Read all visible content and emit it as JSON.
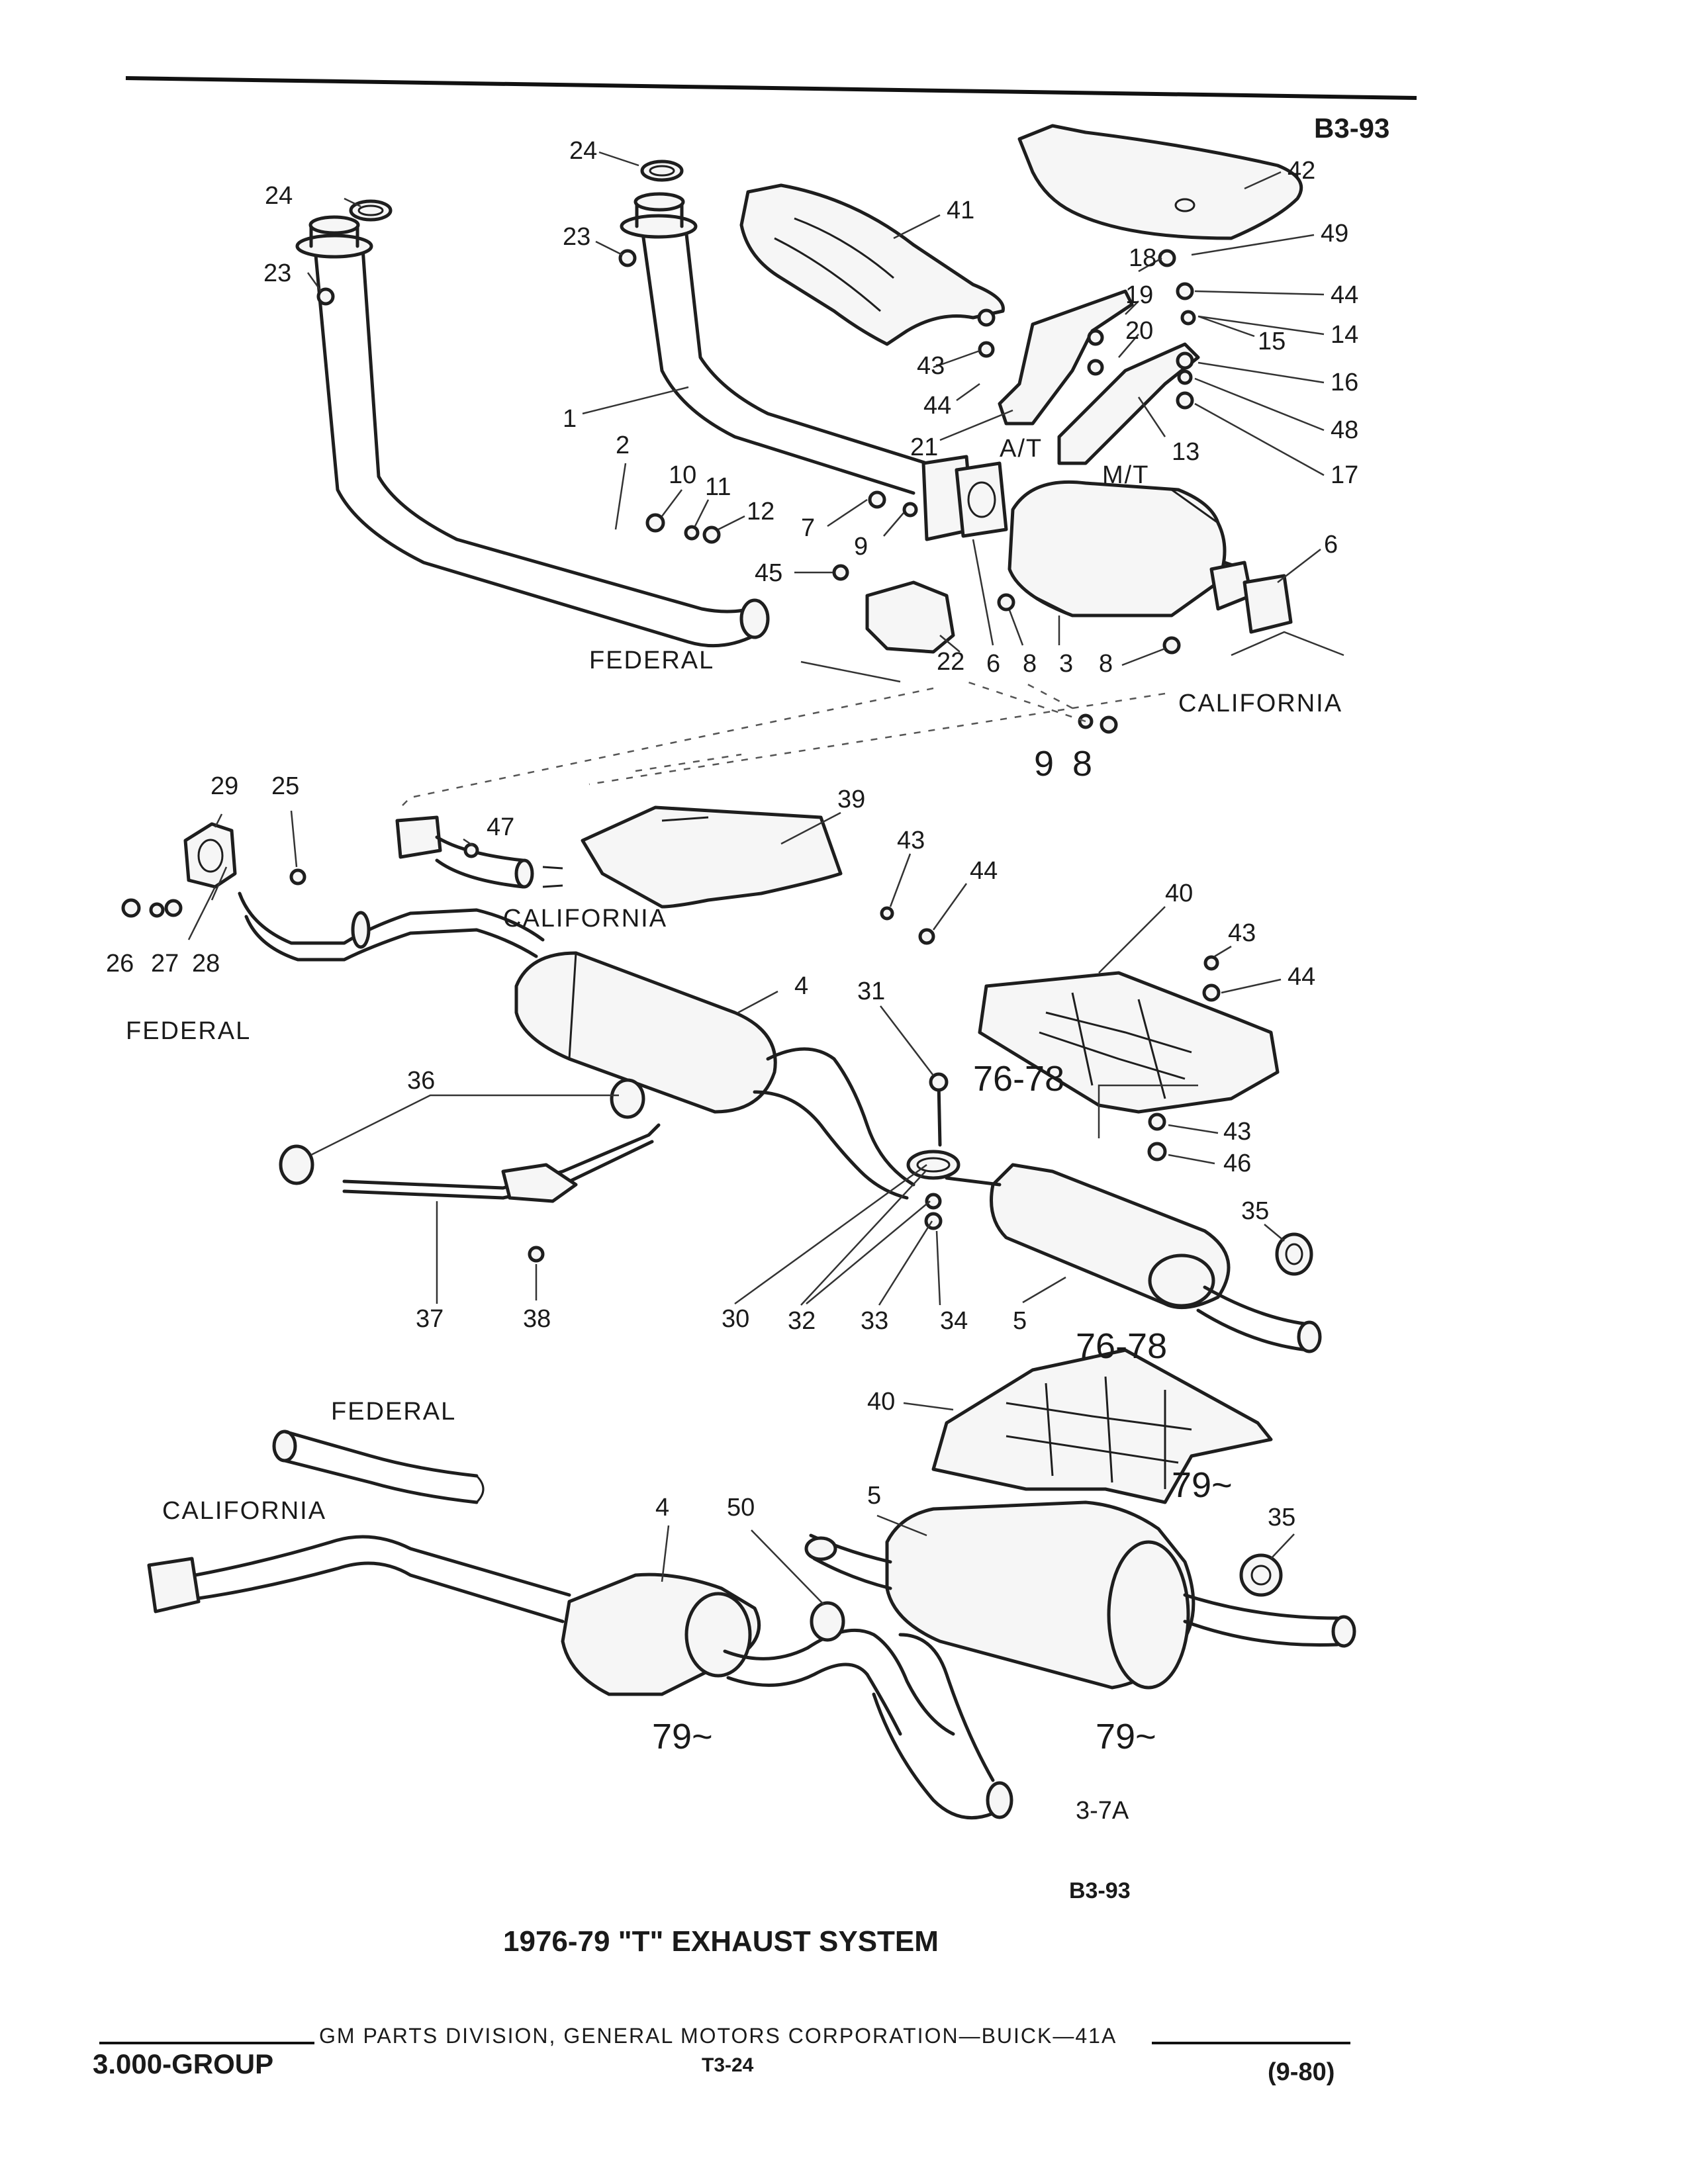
{
  "page": {
    "code_top": "B3-93",
    "code_bottom": "B3-93",
    "figure_ref": "3-7A",
    "title": "1976-79 \"T\" EXHAUST SYSTEM"
  },
  "footer": {
    "group": "3.000-GROUP",
    "publisher": "GM PARTS DIVISION, GENERAL MOTORS CORPORATION—BUICK—41A",
    "page_code": "T3-24",
    "date": "(9-80)"
  },
  "region_labels": {
    "federal_1": "FEDERAL",
    "california_1": "CALIFORNIA",
    "california_2": "CALIFORNIA",
    "federal_2": "FEDERAL",
    "federal_3": "FEDERAL",
    "california_3": "CALIFORNIA",
    "at": "A/T",
    "mt": "M/T"
  },
  "callouts": {
    "c24a": "24",
    "c24b": "24",
    "c23a": "23",
    "c23b": "23",
    "c41": "41",
    "c42": "42",
    "c49": "49",
    "c18": "18",
    "c19": "19",
    "c20": "20",
    "c44a": "44",
    "c14": "14",
    "c15": "15",
    "c16": "16",
    "c48": "48",
    "c17": "17",
    "c13": "13",
    "c43a": "43",
    "c44b": "44",
    "c21": "21",
    "c1": "1",
    "c2": "2",
    "c10": "10",
    "c11": "11",
    "c12": "12",
    "c7": "7",
    "c9a": "9",
    "c45": "45",
    "c6a": "6",
    "c22": "22",
    "c6b": "6",
    "c8a": "8",
    "c3": "3",
    "c8b": "8",
    "c9b": "9",
    "c8c": "8",
    "c29": "29",
    "c25": "25",
    "c47": "47",
    "c39": "39",
    "c43b": "43",
    "c44c": "44",
    "c26": "26",
    "c27": "27",
    "c28": "28",
    "c40a": "40",
    "c43c": "43",
    "c44d": "44",
    "c4a": "4",
    "c31": "31",
    "c7678a": "76-78",
    "c43d": "43",
    "c46": "46",
    "c36": "36",
    "c35a": "35",
    "c37": "37",
    "c38": "38",
    "c30": "30",
    "c32": "32",
    "c33": "33",
    "c34": "34",
    "c5a": "5",
    "c7678b": "76-78",
    "c40b": "40",
    "c79a": "79~",
    "c4b": "4",
    "c50": "50",
    "c5b": "5",
    "c35b": "35",
    "c79b": "79~",
    "c79c": "79~"
  }
}
